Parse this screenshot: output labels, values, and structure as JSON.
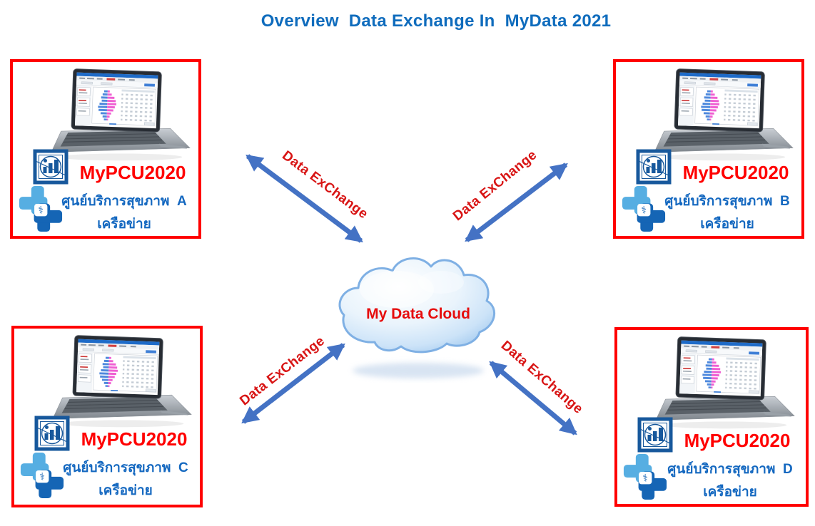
{
  "title": "Overview  Data Exchange In  MyData 2021",
  "cloud": {
    "label": "My Data Cloud"
  },
  "stations": [
    {
      "id": "A",
      "app_name": "MyPCU2020",
      "center_line": "ศูนย์บริการสุขภาพ  A",
      "network_line": "เครือข่าย"
    },
    {
      "id": "B",
      "app_name": "MyPCU2020",
      "center_line": "ศูนย์บริการสุขภาพ  B",
      "network_line": "เครือข่าย"
    },
    {
      "id": "C",
      "app_name": "MyPCU2020",
      "center_line": "ศูนย์บริการสุขภาพ  C",
      "network_line": "เครือข่าย"
    },
    {
      "id": "D",
      "app_name": "MyPCU2020",
      "center_line": "ศูนย์บริการสุขภาพ  D",
      "network_line": "เครือข่าย"
    }
  ],
  "links": [
    {
      "label": "Data ExChange",
      "from": "A",
      "to": "cloud",
      "bidirectional": true
    },
    {
      "label": "Data ExChange",
      "from": "B",
      "to": "cloud",
      "bidirectional": true
    },
    {
      "label": "Data ExChange",
      "from": "C",
      "to": "cloud",
      "bidirectional": true
    },
    {
      "label": "Data ExChange",
      "from": "D",
      "to": "cloud",
      "bidirectional": true
    }
  ],
  "icons": {
    "station_device": "laptop-image",
    "station_logo": "bar-chart-stats-logo-icon",
    "station_cross": "medical-cross-caduceus-icon",
    "cross_glyph": "⚕",
    "center_shape": "cloud-shape",
    "link_shape": "double-headed-arrow"
  },
  "colors": {
    "title_blue": "#0F6CBD",
    "thai_blue": "#1468C0",
    "box_border_red": "#FF0000",
    "app_name_red": "#FF0000",
    "exchange_label_red": "#D81414",
    "cloud_text_red": "#E60D0D",
    "arrow_blue": "#4472C4",
    "cloud_fill": "#BBD9F5",
    "logo_blue": "#17589C",
    "cross_light_blue": "#56AEE2",
    "cross_dark_blue": "#1565B5"
  }
}
